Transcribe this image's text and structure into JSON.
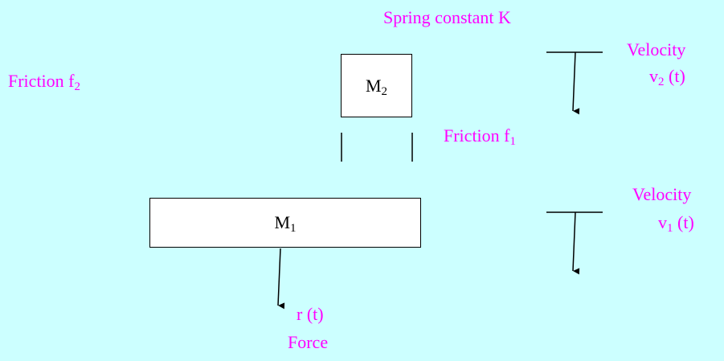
{
  "labels": {
    "spring": "Spring constant K",
    "friction2_main": "Friction f",
    "friction2_sub": "2",
    "friction1_main": "Friction f",
    "friction1_sub": "1",
    "velocity2_title": "Velocity",
    "velocity2_main": "v",
    "velocity2_sub": "2",
    "velocity2_arg": " (t)",
    "velocity1_title": "Velocity",
    "velocity1_main": "v",
    "velocity1_sub": "1",
    "velocity1_arg": " (t)",
    "force_symbol": "r (t)",
    "force_word": "Force"
  },
  "masses": {
    "m2_main": "M",
    "m2_sub": "2",
    "m1_main": "M",
    "m1_sub": "1"
  },
  "colors": {
    "background": "#ccffff",
    "label": "#ff00ff",
    "box_fill": "#ffffff",
    "stroke": "#000000"
  }
}
